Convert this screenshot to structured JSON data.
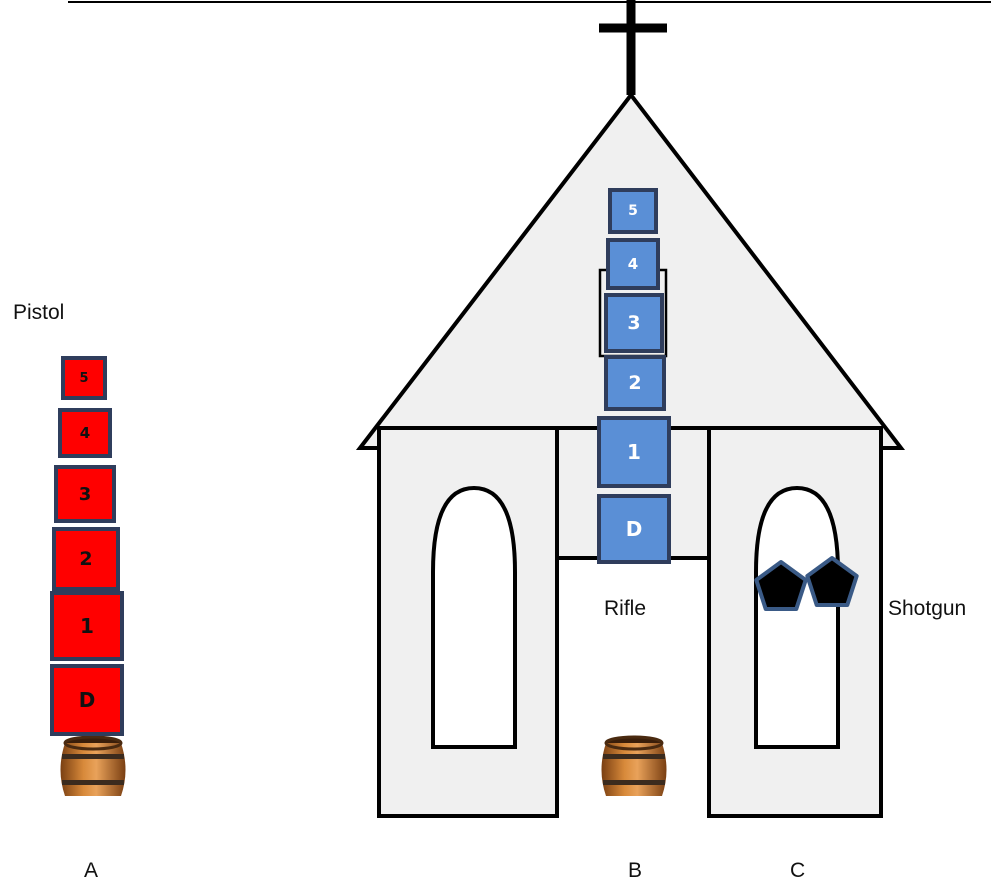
{
  "colors": {
    "pistol_target": "#ff0000",
    "rifle_target": "#5a8fd6",
    "target_border": "#2f3d5c",
    "church_fill": "#f0f0f0",
    "church_outline": "#000000",
    "shotgun_target": "#000000"
  },
  "labels": {
    "pistol": "Pistol",
    "rifle": "Rifle",
    "shotgun": "Shotgun",
    "position_a": "A",
    "position_b": "B",
    "position_c": "C"
  },
  "pistol_targets": [
    {
      "label": "5"
    },
    {
      "label": "4"
    },
    {
      "label": "3"
    },
    {
      "label": "2"
    },
    {
      "label": "1"
    },
    {
      "label": "D"
    }
  ],
  "rifle_targets": [
    {
      "label": "5"
    },
    {
      "label": "4"
    },
    {
      "label": "3"
    },
    {
      "label": "2"
    },
    {
      "label": "1"
    },
    {
      "label": "D"
    }
  ],
  "shotgun_targets": [
    {
      "shape": "pentagon"
    },
    {
      "shape": "pentagon"
    }
  ],
  "icons": {
    "barrels": [
      "barrel-icon",
      "barrel-icon"
    ],
    "cross": "cross-icon"
  }
}
